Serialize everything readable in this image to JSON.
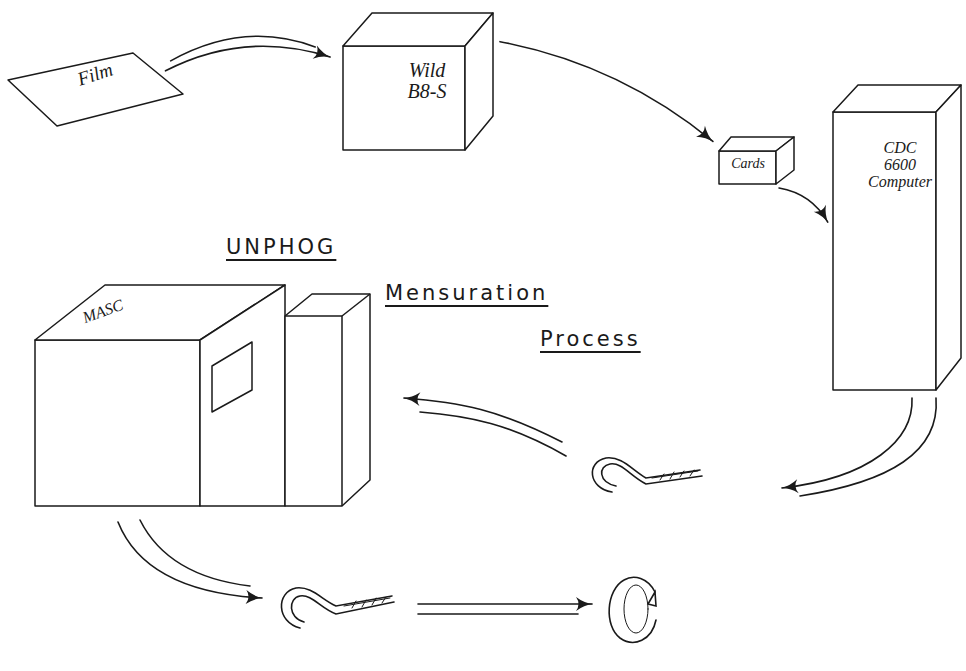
{
  "diagram": {
    "title": "UNPHOG Mensuration Process",
    "nodes": [
      {
        "text": [
          "Film"
        ]
      },
      {
        "text": [
          "Wild B8-S"
        ]
      },
      {
        "text": [
          "Cards"
        ]
      },
      {
        "text": [
          "CDC 6600 Computer"
        ]
      },
      {
        "text": [
          "MASC"
        ]
      }
    ],
    "edges": [
      {
        "from": 0,
        "to": 1,
        "arrow": "to"
      },
      {
        "from": 1,
        "to": 2,
        "arrow": "to"
      },
      {
        "from": 2,
        "to": 3,
        "arrow": "to"
      }
    ]
  }
}
